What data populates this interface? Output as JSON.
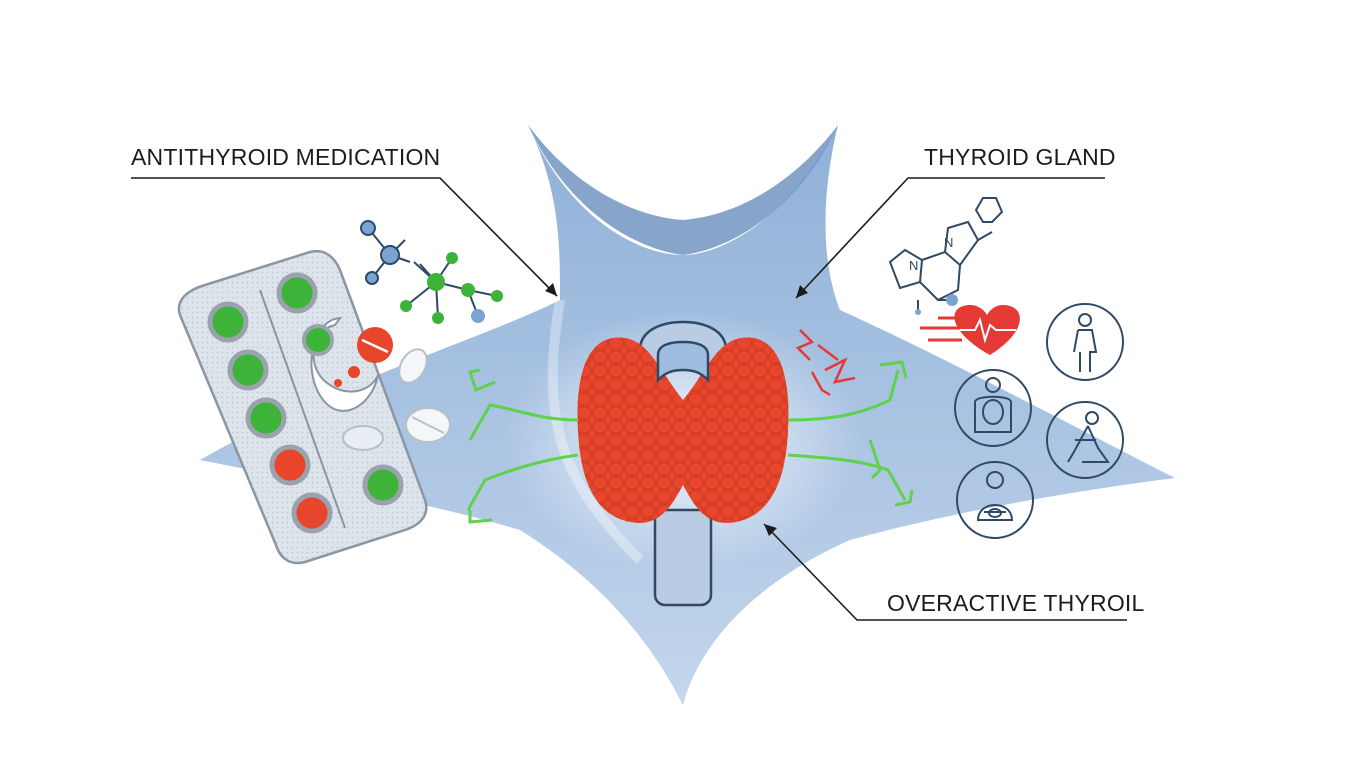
{
  "labels": {
    "medication": "ANTITHYROID MEDICATION",
    "gland": "THYROID GLAND",
    "overactive": "OVERACTIVE THYROIL"
  },
  "molecule_text": {
    "nitrogen_1": "N",
    "nitrogen_2": "N"
  },
  "colors": {
    "neck": "#9fbde0",
    "neck_dark": "#5f87b8",
    "thyroid": "#e8462c",
    "thyroid_light": "#f26a4a",
    "pill_green": "#3eb33a",
    "pill_red": "#e8462c",
    "arrow_green": "#5fd14a",
    "heart": "#e53935",
    "line": "#1c1c1c",
    "icon_stroke": "#2f4a66"
  },
  "icons": [
    "blister-pack",
    "molecule",
    "pill",
    "heart-icon",
    "person-standing-icon",
    "person-seated-icon",
    "person-kneeling-icon",
    "person-meditating-icon",
    "lightning-icon"
  ]
}
